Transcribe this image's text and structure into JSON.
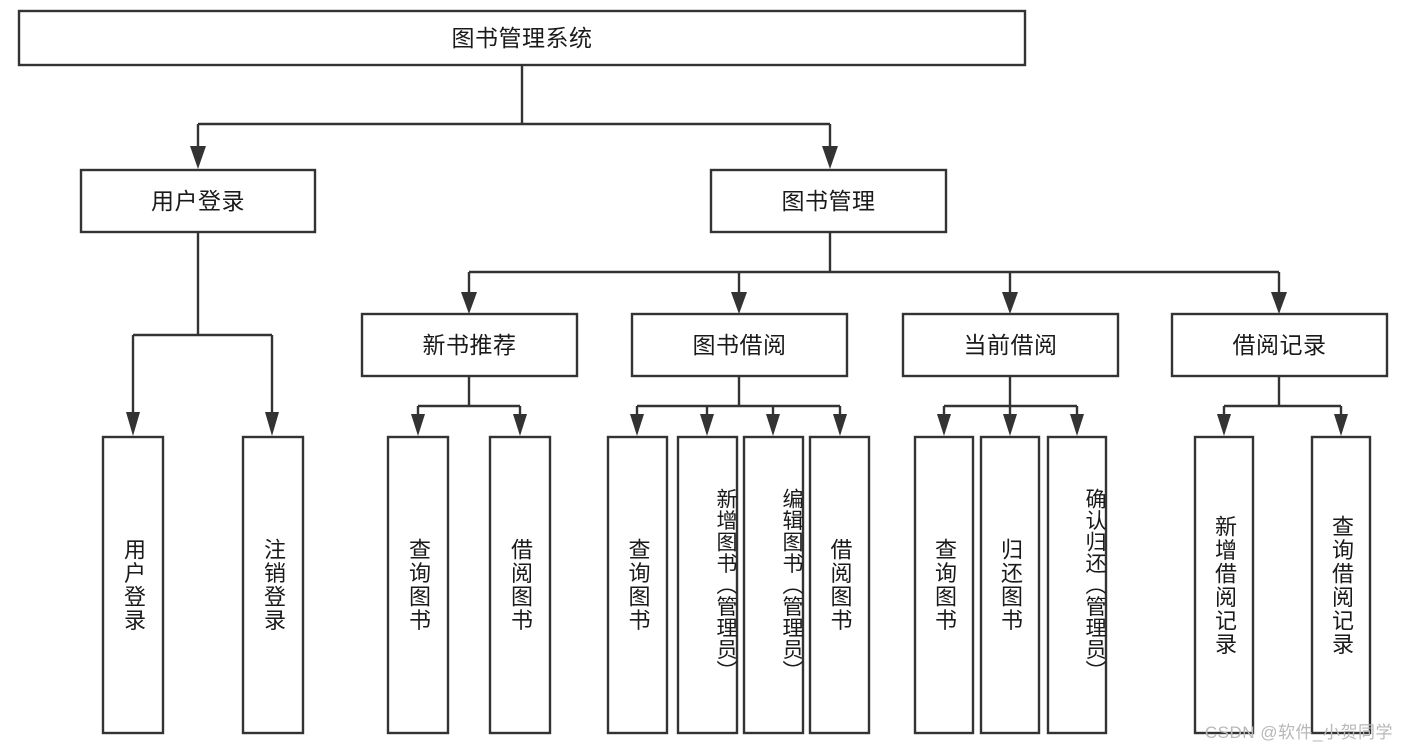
{
  "diagram": {
    "type": "tree",
    "title": "图书管理系统",
    "orientation": "top-down",
    "colors": {
      "box_fill": "#ffffff",
      "box_stroke": "#333333",
      "text": "#1a1a1a",
      "watermark": "#b8b8b8",
      "background": "#ffffff"
    },
    "watermark": "CSDN @软件_小贺同学",
    "nodes": {
      "root": {
        "label": "图书管理系统",
        "level": 1,
        "orient": "horizontal"
      },
      "user_login": {
        "label": "用户登录",
        "level": 2,
        "orient": "horizontal"
      },
      "book_manage": {
        "label": "图书管理",
        "level": 2,
        "orient": "horizontal"
      },
      "new_book_rec": {
        "label": "新书推荐",
        "level": 3,
        "orient": "horizontal"
      },
      "book_borrow": {
        "label": "图书借阅",
        "level": 3,
        "orient": "horizontal"
      },
      "current_borrow": {
        "label": "当前借阅",
        "level": 3,
        "orient": "horizontal"
      },
      "borrow_record": {
        "label": "借阅记录",
        "level": 3,
        "orient": "horizontal"
      },
      "leaf_user_login": {
        "label": "用户登录",
        "level": 3,
        "orient": "vertical"
      },
      "leaf_logout": {
        "label": "注销登录",
        "level": 3,
        "orient": "vertical"
      },
      "leaf_query_book_1": {
        "label": "查询图书",
        "level": 4,
        "orient": "vertical"
      },
      "leaf_borrow_book_1": {
        "label": "借阅图书",
        "level": 4,
        "orient": "vertical"
      },
      "leaf_query_book_2": {
        "label": "查询图书",
        "level": 4,
        "orient": "vertical"
      },
      "leaf_add_book": {
        "label": "新增图书（管理员）",
        "level": 4,
        "orient": "vertical"
      },
      "leaf_edit_book": {
        "label": "编辑图书（管理员）",
        "level": 4,
        "orient": "vertical"
      },
      "leaf_borrow_book_2": {
        "label": "借阅图书",
        "level": 4,
        "orient": "vertical"
      },
      "leaf_query_book_3": {
        "label": "查询图书",
        "level": 4,
        "orient": "vertical"
      },
      "leaf_return_book": {
        "label": "归还图书",
        "level": 4,
        "orient": "vertical"
      },
      "leaf_confirm_return": {
        "label": "确认归还（管理员）",
        "level": 4,
        "orient": "vertical"
      },
      "leaf_add_record": {
        "label": "新增借阅记录",
        "level": 4,
        "orient": "vertical"
      },
      "leaf_query_record": {
        "label": "查询借阅记录",
        "level": 4,
        "orient": "vertical"
      }
    },
    "edges": [
      {
        "from": "root",
        "to": "user_login"
      },
      {
        "from": "root",
        "to": "book_manage"
      },
      {
        "from": "user_login",
        "to": "leaf_user_login"
      },
      {
        "from": "user_login",
        "to": "leaf_logout"
      },
      {
        "from": "book_manage",
        "to": "new_book_rec"
      },
      {
        "from": "book_manage",
        "to": "book_borrow"
      },
      {
        "from": "book_manage",
        "to": "current_borrow"
      },
      {
        "from": "book_manage",
        "to": "borrow_record"
      },
      {
        "from": "new_book_rec",
        "to": "leaf_query_book_1"
      },
      {
        "from": "new_book_rec",
        "to": "leaf_borrow_book_1"
      },
      {
        "from": "book_borrow",
        "to": "leaf_query_book_2"
      },
      {
        "from": "book_borrow",
        "to": "leaf_add_book"
      },
      {
        "from": "book_borrow",
        "to": "leaf_edit_book"
      },
      {
        "from": "book_borrow",
        "to": "leaf_borrow_book_2"
      },
      {
        "from": "current_borrow",
        "to": "leaf_query_book_3"
      },
      {
        "from": "current_borrow",
        "to": "leaf_return_book"
      },
      {
        "from": "current_borrow",
        "to": "leaf_confirm_return"
      },
      {
        "from": "borrow_record",
        "to": "leaf_add_record"
      },
      {
        "from": "borrow_record",
        "to": "leaf_query_record"
      }
    ]
  }
}
